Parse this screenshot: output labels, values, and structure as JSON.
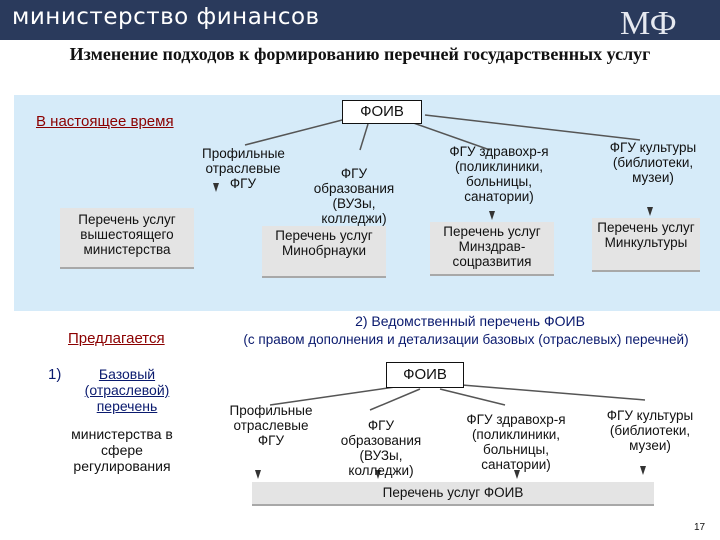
{
  "header": {
    "ministry_name": "министерство финансов",
    "logo_text": "МФ"
  },
  "title": "Изменение подходов к формированию перечней государственных услуг",
  "current": {
    "label": "В настоящее время",
    "foiv": "ФОИВ",
    "profile_sectors": "Профильные отраслевые ФГУ",
    "list_parent": "Перечень услуг вышестоящего министерства",
    "fgu_education": "ФГУ образования (ВУЗы, колледжи)",
    "list_minobr": "Перечень услуг Минобрнауки",
    "fgu_health": "ФГУ здравохр-я (поликлиники, больницы, санатории)",
    "list_minzdrav": "Перечень услуг Минздрав-соцразвития",
    "fgu_culture": "ФГУ культуры (библиотеки, музеи)",
    "list_minkult": "Перечень услуг Минкультуры"
  },
  "proposed": {
    "label": "Предлагается",
    "item1_num": "1)",
    "item1_link": "Базовый (отраслевой) перечень",
    "item1_rest": "министерства в сфере регулирования",
    "item2": "2) Ведомственный перечень ФОИВ",
    "item2_note": "(с правом дополнения и детализации базовых (отраслевых) перечней)",
    "foiv": "ФОИВ",
    "profile_sectors": "Профильные отраслевые ФГУ",
    "fgu_education": "ФГУ образования (ВУЗы, колледжи)",
    "fgu_health": "ФГУ здравохр-я (поликлиники, больницы, санатории)",
    "fgu_culture": "ФГУ культуры (библиотеки, музеи)",
    "list_foiv": "Перечень услуг ФОИВ"
  },
  "page_number": "17",
  "colors": {
    "header": "#2a3a5c",
    "panel": "#d6ebf9",
    "accent_red": "#8b0000",
    "accent_blue": "#0a1a6e"
  }
}
